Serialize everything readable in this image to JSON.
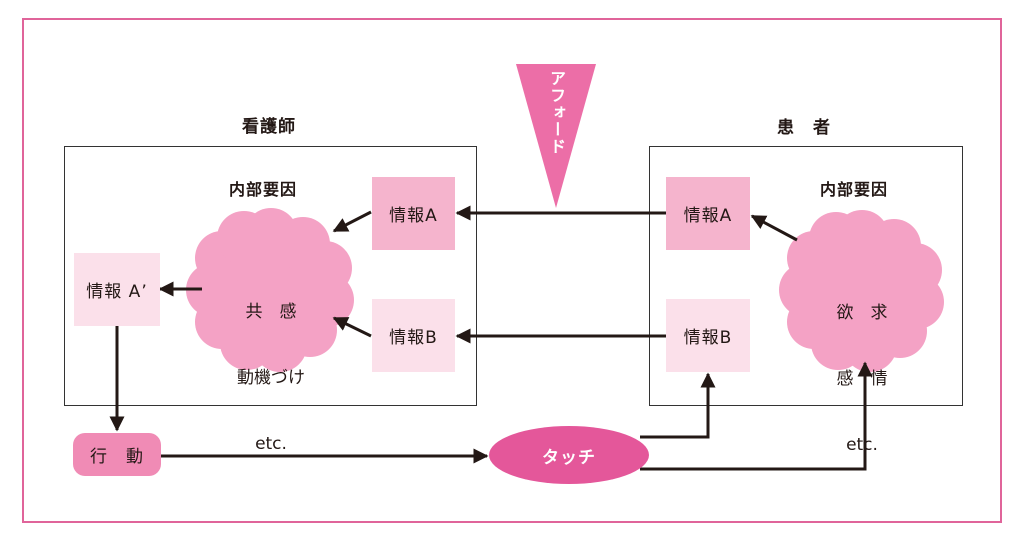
{
  "nurse": {
    "title": "看護師",
    "internal_factors": "内部要因",
    "info_a": "情報A",
    "info_b": "情報B",
    "info_a_prime": "情報 A’",
    "cloud_lines": [
      "共　感",
      "動機づけ",
      "etc."
    ]
  },
  "patient": {
    "title": "患　者",
    "internal_factors": "内部要因",
    "info_a": "情報A",
    "info_b": "情報B",
    "cloud_lines": [
      "欲　求",
      "感　情",
      "etc."
    ]
  },
  "afford_label": "アフォード",
  "action_label": "行　動",
  "touch_label": "タッチ",
  "colors": {
    "frame": "#e0649a",
    "cloud": "#f4a2c5",
    "box_dark": "#f5b4cd",
    "box_light": "#fbe0ea",
    "touch": "#e4579a",
    "afford": "#ec6ea7"
  }
}
